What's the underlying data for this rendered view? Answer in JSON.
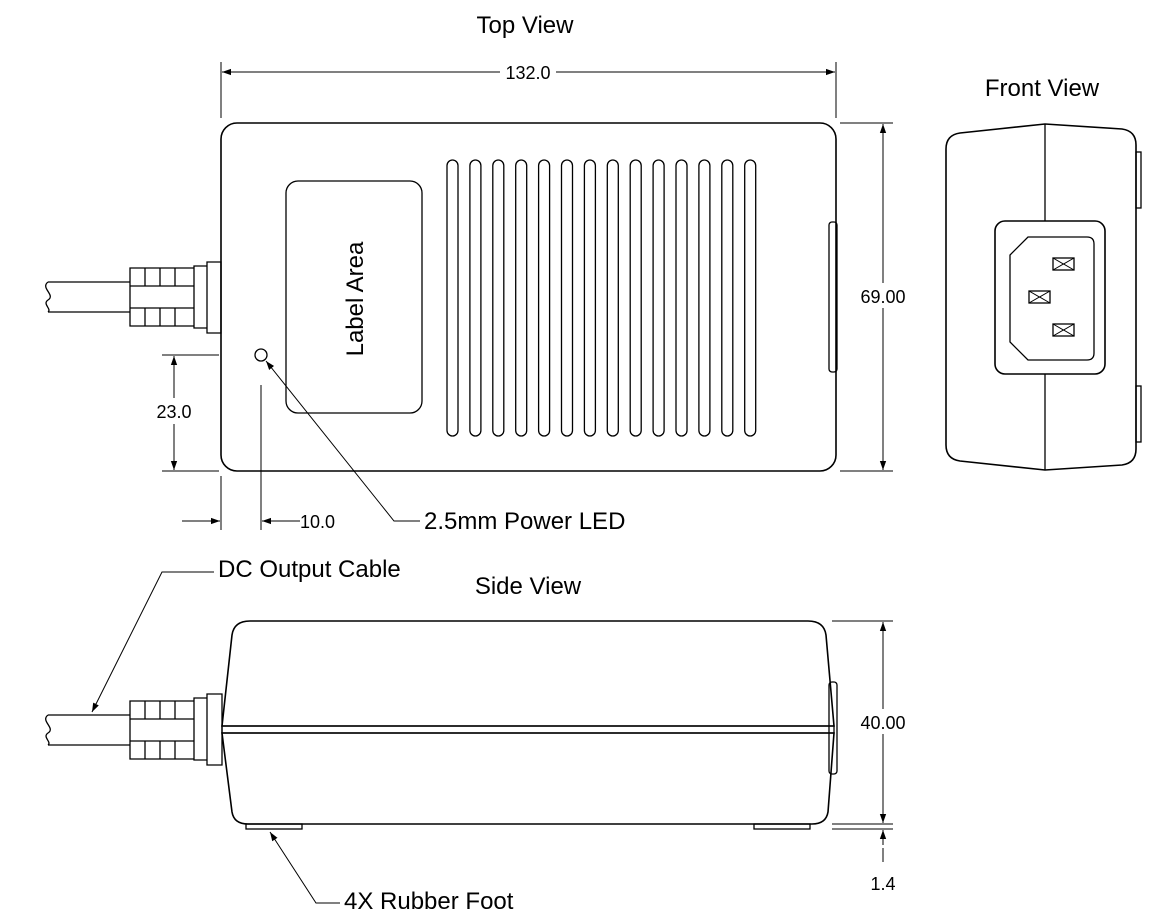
{
  "views": {
    "top": "Top View",
    "front": "Front View",
    "side": "Side View"
  },
  "dimensions": {
    "length": "132.0",
    "width": "69.00",
    "led_from_bottom": "23.0",
    "led_from_left": "10.0",
    "height": "40.00",
    "foot_height": "1.4"
  },
  "callouts": {
    "label_area": "Label Area",
    "power_led": "2.5mm Power LED",
    "dc_cable": "DC Output Cable",
    "rubber_foot": "4X Rubber Foot"
  }
}
